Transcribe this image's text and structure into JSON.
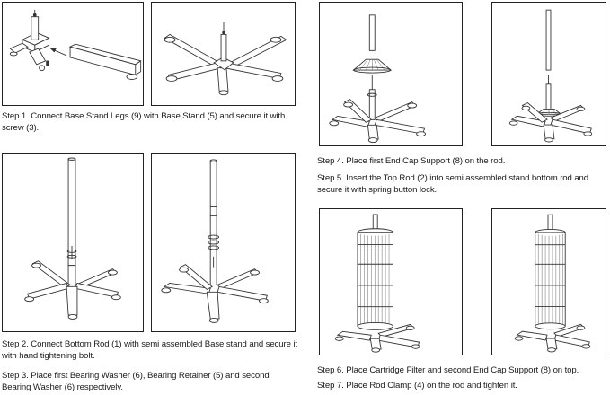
{
  "steps": {
    "step1": "Step 1. Connect Base Stand Legs (9) with Base Stand (5) and secure it with screw (3).",
    "step2": "Step 2. Connect Bottom Rod (1) with semi assembled Base stand and secure it with hand tightening bolt.",
    "step3": "Step 3. Place first Bearing Washer (6), Bearing Retainer (5) and second Bearing Washer (6) respectively.",
    "step4": "Step 4. Place first End Cap Support (8) on the rod.",
    "step5": "Step 5. Insert the Top Rod (2) into semi assembled stand bottom rod and secure it with spring button lock.",
    "step6": "Step 6. Place Cartridge Filter and second End Cap Support (8) on top.",
    "step7": "Step 7. Place Rod Clamp (4) on the rod and tighten it."
  }
}
